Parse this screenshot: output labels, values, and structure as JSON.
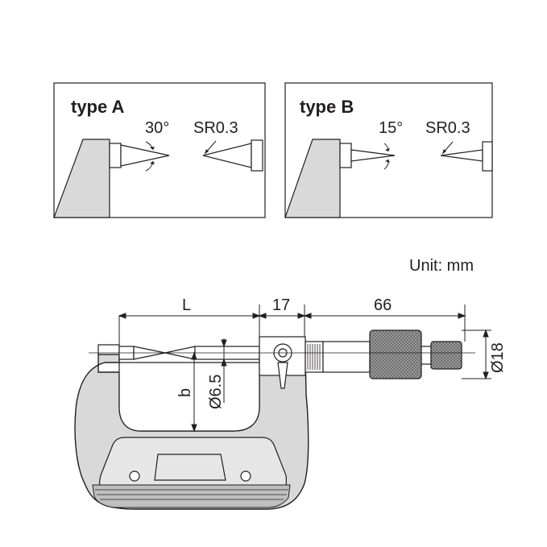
{
  "panels": {
    "type_a": {
      "title": "type A",
      "angle_label": "30°",
      "radius_label": "SR0.3"
    },
    "type_b": {
      "title": "type B",
      "angle_label": "15°",
      "radius_label": "SR0.3"
    }
  },
  "unit_label": "Unit: mm",
  "dimensions": {
    "length": "L",
    "offset": "17",
    "thimble": "66",
    "diameter_thimble": "Ø18",
    "depth": "b",
    "diameter_spindle": "Ø6.5"
  },
  "colors": {
    "line": "#231f20",
    "fill_light": "#d9d9d9",
    "fill_mid": "#bfbfbf",
    "knurl": "#a6a6a6"
  }
}
